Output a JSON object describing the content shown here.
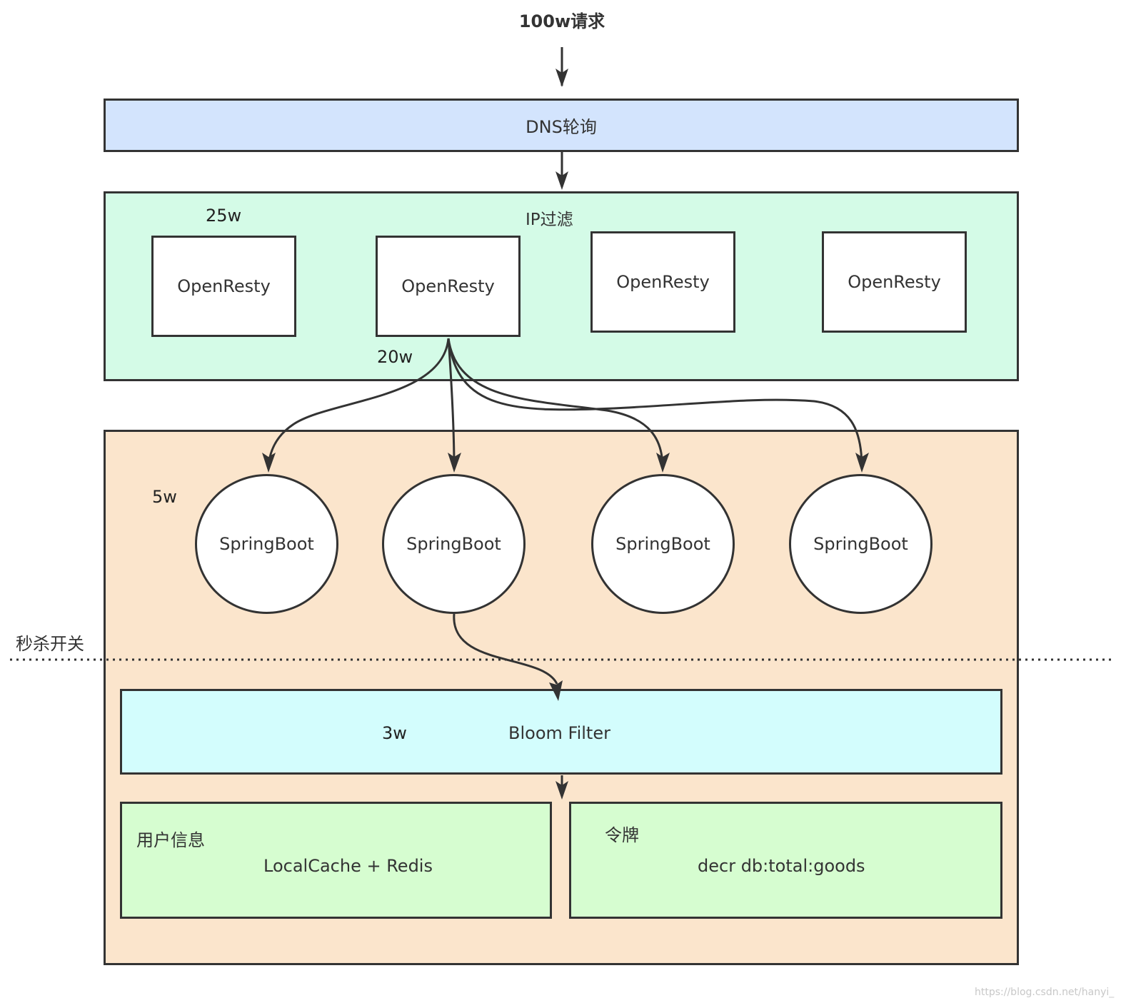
{
  "top_label": "100w请求",
  "dns": {
    "label": "DNS轮询",
    "fill": "#d3e4fd"
  },
  "ip_filter": {
    "title": "IP过滤",
    "fill": "#d4fbe7",
    "count_top": "25w",
    "count_bottom": "20w",
    "nodes": [
      "OpenResty",
      "OpenResty",
      "OpenResty",
      "OpenResty"
    ]
  },
  "app_layer": {
    "fill": "#fbe5cc",
    "count": "5w",
    "nodes": [
      "SpringBoot",
      "SpringBoot",
      "SpringBoot",
      "SpringBoot"
    ]
  },
  "switch_label": "秒杀开关",
  "bloom": {
    "count": "3w",
    "label": "Bloom Filter",
    "fill": "#d3fdfd"
  },
  "user_info": {
    "title": "用户信息",
    "label": "LocalCache + Redis",
    "fill": "#d6fdd0"
  },
  "token": {
    "title": "令牌",
    "label": "decr db:total:goods",
    "fill": "#d6fdd0"
  },
  "watermark": "https://blog.csdn.net/hanyi_"
}
